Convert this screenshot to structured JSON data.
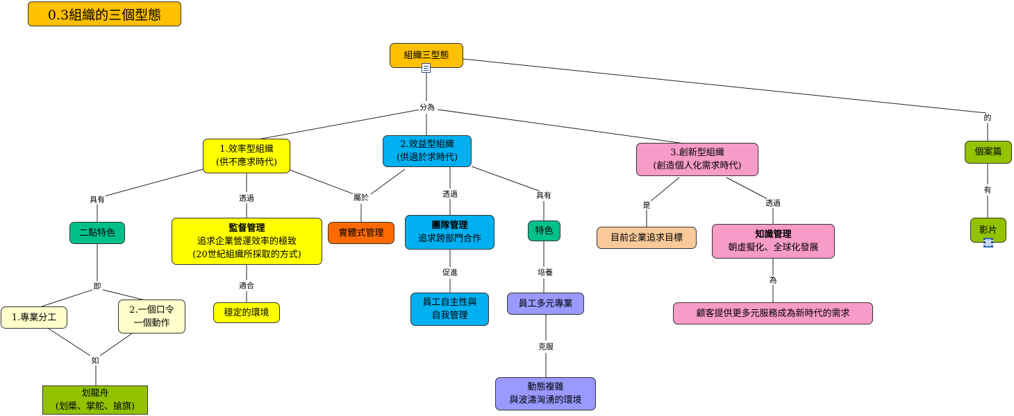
{
  "title": "0.3組織的三個型態",
  "nodes": {
    "root": "組織三型態",
    "efficiency": [
      "1.效率型組織",
      "(供不應求時代)"
    ],
    "effectiveness": [
      "2.效益型組織",
      "(供過於求時代)"
    ],
    "innovation": [
      "3.創新型組織",
      "(創造個人化需求時代)"
    ],
    "case_study": "個案篇",
    "video": "影片",
    "two_features": "二點特色",
    "supervision": [
      "監督管理",
      "追求企業營運效率的極致",
      "(20世紀組織所採取的方式)"
    ],
    "physical_mgmt": "實體式管理",
    "team_mgmt": [
      "團隊管理",
      "追求跨部門合作"
    ],
    "features": "特色",
    "current_goal": "目前企業追求目標",
    "knowledge_mgmt": [
      "知識管理",
      "朝虛擬化、全球化發展"
    ],
    "specialization": "1.專業分工",
    "one_order": [
      "2.一個口令",
      "一個動作"
    ],
    "stable_env": "穩定的環境",
    "autonomy": [
      "員工自主性與",
      "自我管理"
    ],
    "diverse_skills": "員工多元專業",
    "customer_services": "顧客提供更多元服務成為新時代的需求",
    "dragon_boat": [
      "划龍舟",
      "(划槳、掌舵、搶旗)"
    ],
    "dynamic_env": [
      "動態複雜",
      "與波濤洶湧的環境"
    ]
  },
  "links": {
    "divide": "分為",
    "of": "的",
    "has1": "具有",
    "through1": "透過",
    "belongs": "屬於",
    "through2": "透過",
    "has2": "具有",
    "is": "是",
    "through3": "透過",
    "have": "有",
    "namely": "即",
    "suitable": "適合",
    "promote": "促進",
    "cultivate": "培養",
    "for": "為",
    "like": "如",
    "overcome": "克服"
  },
  "colors": {
    "orange": "#ffc000",
    "yellow": "#ffff00",
    "cyan": "#00b0f0",
    "pink": "#f79bc8",
    "olive": "#92c200",
    "teal": "#00c08a",
    "deep_orange": "#ff6a00",
    "peach": "#f9c99a",
    "light_yellow": "#ffffcc",
    "lavender": "#9999ff"
  }
}
